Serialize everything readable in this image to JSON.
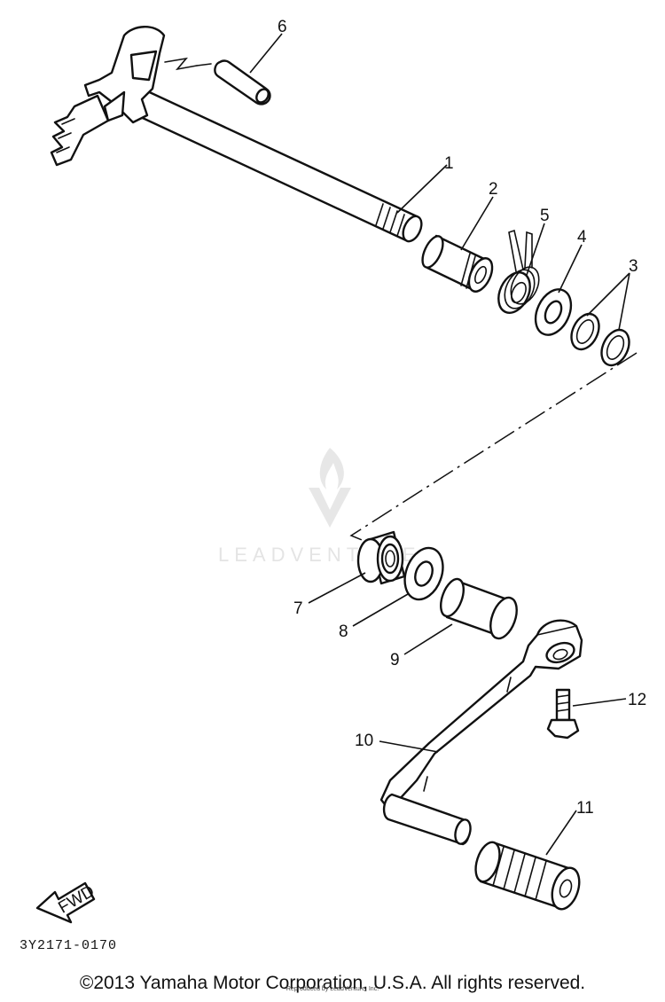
{
  "diagram": {
    "callouts": [
      {
        "id": "1",
        "label": "1"
      },
      {
        "id": "2",
        "label": "2"
      },
      {
        "id": "3",
        "label": "3"
      },
      {
        "id": "4",
        "label": "4"
      },
      {
        "id": "5",
        "label": "5"
      },
      {
        "id": "6",
        "label": "6"
      },
      {
        "id": "7",
        "label": "7"
      },
      {
        "id": "8",
        "label": "8"
      },
      {
        "id": "9",
        "label": "9"
      },
      {
        "id": "10",
        "label": "10"
      },
      {
        "id": "11",
        "label": "11"
      },
      {
        "id": "12",
        "label": "12"
      }
    ],
    "fwd_label": "FWD",
    "watermark": "LEADVENTURE",
    "diagram_code": "3Y2171-0170"
  },
  "footer": {
    "copyright": "©2013 Yamaha Motor Corporation, U.S.A. All rights reserved.",
    "reproduced": "Reproduced by LeadVenture, Inc."
  }
}
